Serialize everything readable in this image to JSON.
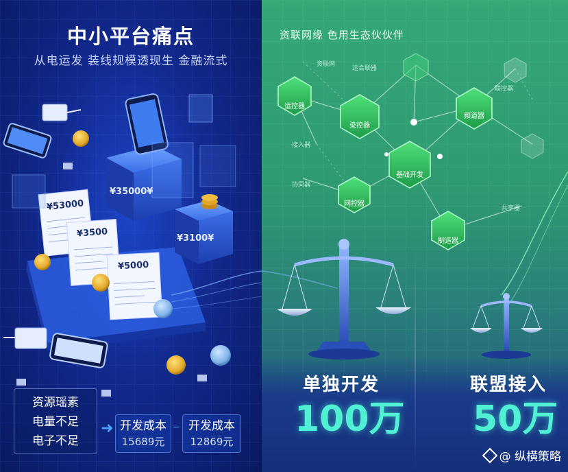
{
  "left": {
    "title": "中小平台痛点",
    "subtitle": "从电运发 装线规模透现生 金融流式",
    "paper_amounts": [
      "¥53000",
      "¥3500",
      "¥5000"
    ],
    "box_amounts": [
      "¥35000¥",
      "¥3100¥"
    ],
    "info_lines": [
      "资源瑶素",
      "电量不足",
      "电子不足"
    ],
    "costs": [
      {
        "label": "开发成本",
        "value": "15689元"
      },
      {
        "label": "开发成本",
        "value": "12869元"
      }
    ]
  },
  "right": {
    "title": "资联网缘 色用生态伙伙伴",
    "hexes": [
      "运控器",
      "染控器",
      "频道器",
      "基础开发",
      "网控器",
      "制造器"
    ],
    "side_labels": [
      "资联网",
      "运合联器",
      "联控器",
      "接入器",
      "协同器",
      "共享器"
    ],
    "scale_left": {
      "label": "单独开发",
      "value": "100万"
    },
    "scale_right": {
      "label": "联盟接入",
      "value": "50万"
    }
  },
  "watermark": "@ 纵横策略",
  "colors": {
    "left_bg": "#12298e",
    "right_bg": "#2f9a72",
    "accent": "#4ff0d3",
    "cost_box": "#1e46b0"
  }
}
